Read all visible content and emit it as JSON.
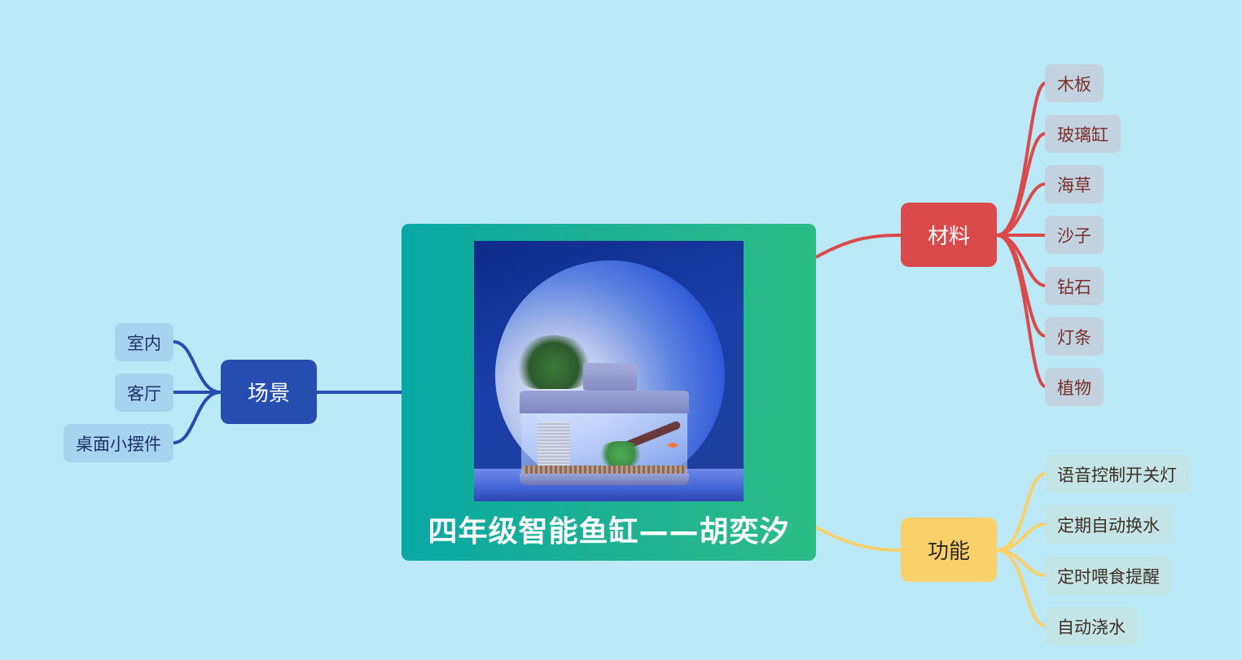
{
  "colors": {
    "background": "#bbe9f7",
    "central_gradient": [
      "#0aa8a4",
      "#2bbd86"
    ],
    "material": "#db4a4a",
    "function": "#fad06a",
    "scene": "#264db0"
  },
  "central": {
    "title": "四年级智能鱼缸——胡奕汐",
    "image": "smart-fish-tank-photo"
  },
  "branches": {
    "material": {
      "label": "材料",
      "children": [
        "木板",
        "玻璃缸",
        "海草",
        "沙子",
        "钻石",
        "灯条",
        "植物"
      ]
    },
    "function": {
      "label": "功能",
      "children": [
        "语音控制开关灯",
        "定期自动换水",
        "定时喂食提醒",
        "自动浇水"
      ]
    },
    "scene": {
      "label": "场景",
      "children": [
        "室内",
        "客厅",
        "桌面小摆件"
      ]
    }
  }
}
